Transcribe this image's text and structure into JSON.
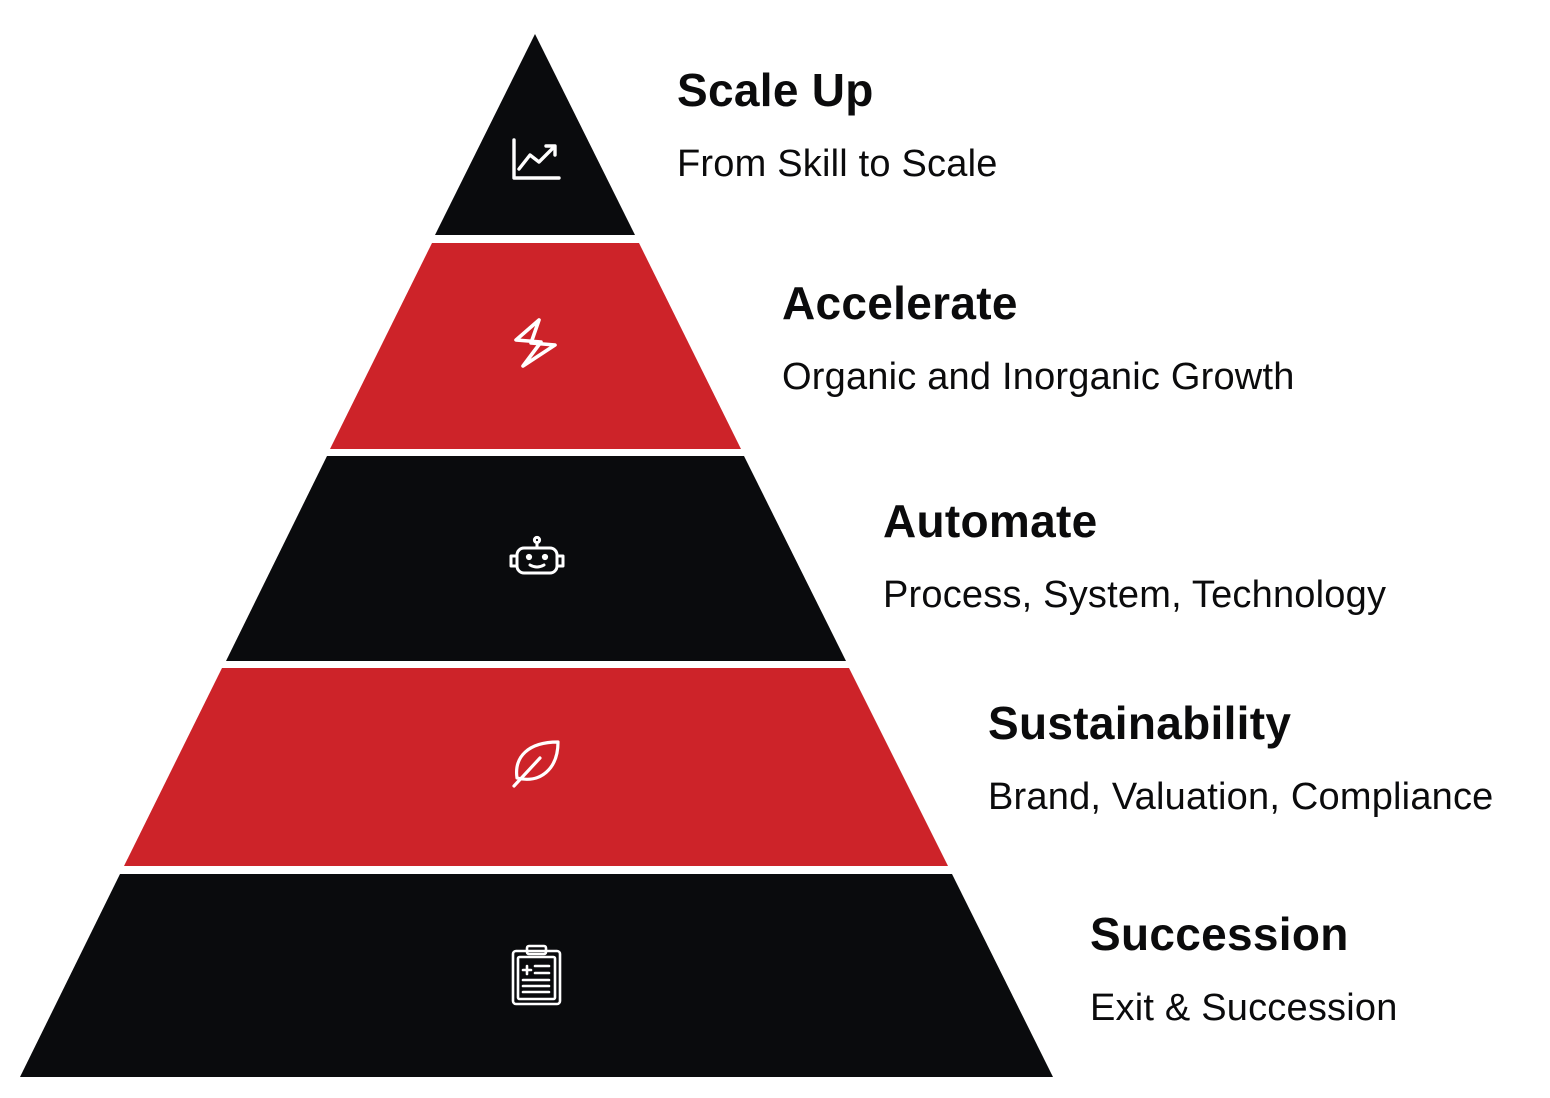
{
  "colors": {
    "dark": "#0a0b0d",
    "red": "#cd2329",
    "icon": "#ffffff",
    "text": "#0b0b0c"
  },
  "tiers": [
    {
      "title": "Scale Up",
      "subtitle": "From Skill to Scale",
      "color": "dark",
      "icon": "trending-up-chart-icon"
    },
    {
      "title": "Accelerate",
      "subtitle": "Organic and Inorganic Growth",
      "color": "red",
      "icon": "lightning-bolt-icon"
    },
    {
      "title": "Automate",
      "subtitle": "Process, System, Technology",
      "color": "dark",
      "icon": "robot-icon"
    },
    {
      "title": "Sustainability",
      "subtitle": "Brand, Valuation, Compliance",
      "color": "red",
      "icon": "leaf-icon"
    },
    {
      "title": "Succession",
      "subtitle": "Exit & Succession",
      "color": "dark",
      "icon": "clipboard-document-icon"
    }
  ]
}
